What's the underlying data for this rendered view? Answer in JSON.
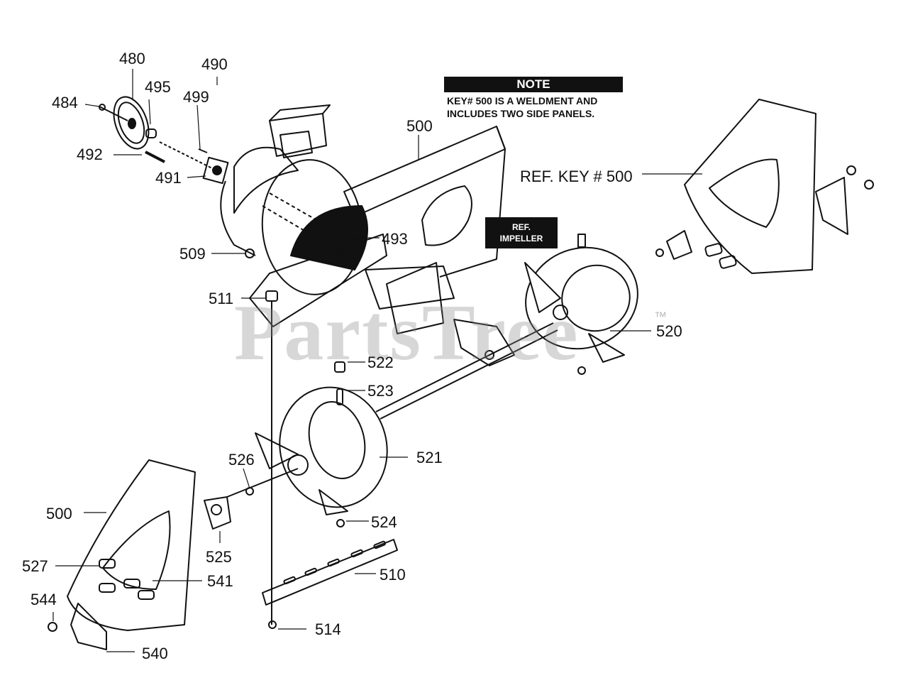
{
  "note": {
    "title": "NOTE",
    "line1": "KEY# 500 IS A WELDMENT AND",
    "line2": "INCLUDES TWO SIDE PANELS."
  },
  "ref_key": "REF. KEY # 500",
  "ref_impeller": {
    "line1": "REF.",
    "line2": "IMPELLER"
  },
  "watermark": {
    "text": "PartsTree",
    "tm": "™"
  },
  "labels": {
    "l480": "480",
    "l490": "490",
    "l495": "495",
    "l484": "484",
    "l499": "499",
    "l492": "492",
    "l491": "491",
    "l500_top": "500",
    "l493": "493",
    "l509": "509",
    "l511": "511",
    "l520": "520",
    "l522": "522",
    "l523": "523",
    "l521": "521",
    "l526": "526",
    "l500_bottom": "500",
    "l524": "524",
    "l525": "525",
    "l527": "527",
    "l541": "541",
    "l510": "510",
    "l544": "544",
    "l514": "514",
    "l540": "540"
  }
}
